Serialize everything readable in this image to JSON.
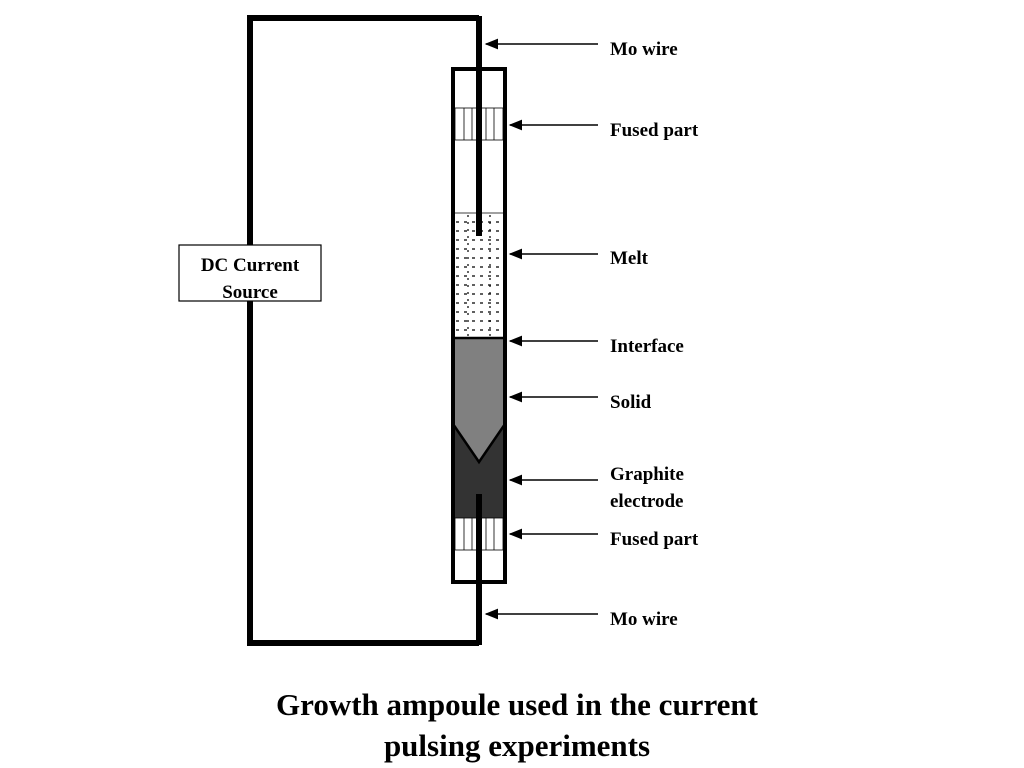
{
  "labels": {
    "mo_wire_top": "Mo wire",
    "fused_part_top": "Fused part",
    "melt": "Melt",
    "interface": "Interface",
    "solid": "Solid",
    "graphite_line1": "Graphite",
    "graphite_line2": "electrode",
    "fused_part_bottom": "Fused part",
    "mo_wire_bottom": "Mo wire"
  },
  "source": {
    "line1": "DC Current",
    "line2": "Source"
  },
  "caption": {
    "line1": "Growth ampoule used in the current",
    "line2": "pulsing experiments"
  },
  "colors": {
    "solid": "#808080",
    "graphite": "#333333",
    "outline": "#000000"
  }
}
